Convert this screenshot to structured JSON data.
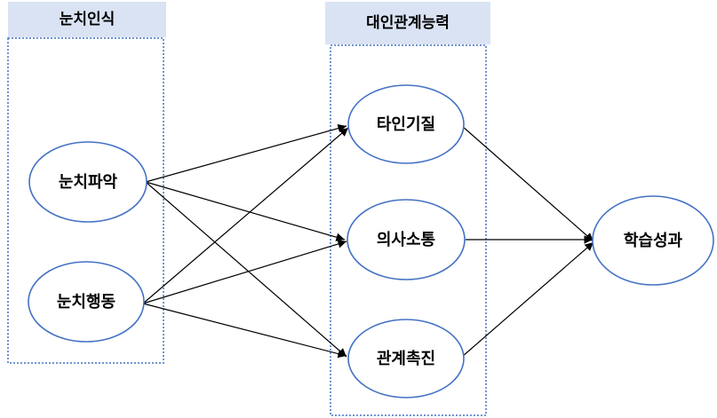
{
  "colors": {
    "label_bg": "#dae3f3",
    "node_border": "#4472c4",
    "group_border": "#4472c4",
    "arrow": "#000000"
  },
  "groups": {
    "perception": {
      "label": "눈치인식"
    },
    "interpersonal": {
      "label": "대인관계능력"
    }
  },
  "nodes": {
    "grasp": {
      "label": "눈치파악"
    },
    "action": {
      "label": "눈치행동"
    },
    "other": {
      "label": "타인기질"
    },
    "communication": {
      "label": "의사소통"
    },
    "relationship": {
      "label": "관계촉진"
    },
    "outcome": {
      "label": "학습성과"
    }
  },
  "edges": [
    {
      "from": "눈치파악",
      "to": "타인기질"
    },
    {
      "from": "눈치파악",
      "to": "의사소통"
    },
    {
      "from": "눈치파악",
      "to": "관계촉진"
    },
    {
      "from": "눈치행동",
      "to": "타인기질"
    },
    {
      "from": "눈치행동",
      "to": "의사소통"
    },
    {
      "from": "눈치행동",
      "to": "관계촉진"
    },
    {
      "from": "타인기질",
      "to": "학습성과"
    },
    {
      "from": "의사소통",
      "to": "학습성과"
    },
    {
      "from": "관계촉진",
      "to": "학습성과"
    }
  ]
}
